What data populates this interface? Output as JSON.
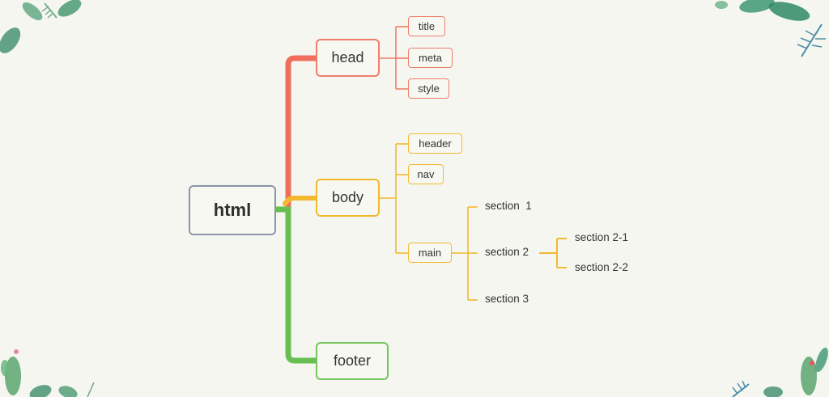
{
  "diagram": {
    "root": "html",
    "head": {
      "label": "head",
      "children": [
        "title",
        "meta",
        "style"
      ]
    },
    "body": {
      "label": "body",
      "children": [
        "header",
        "nav",
        "main"
      ],
      "main": {
        "sections": [
          "section  1",
          "section 2",
          "section 3"
        ],
        "section2_children": [
          "section 2-1",
          "section 2-2"
        ]
      }
    },
    "footer": {
      "label": "footer"
    }
  },
  "colors": {
    "head_branch": "#ef6f5c",
    "body_branch": "#f2b92f",
    "footer_branch": "#67bf52",
    "root_border": "#8d93a8",
    "background": "#f6f6f1"
  },
  "decorations": [
    "leaf-icon",
    "leaf-icon",
    "cactus-icon",
    "palm-leaf-icon"
  ]
}
